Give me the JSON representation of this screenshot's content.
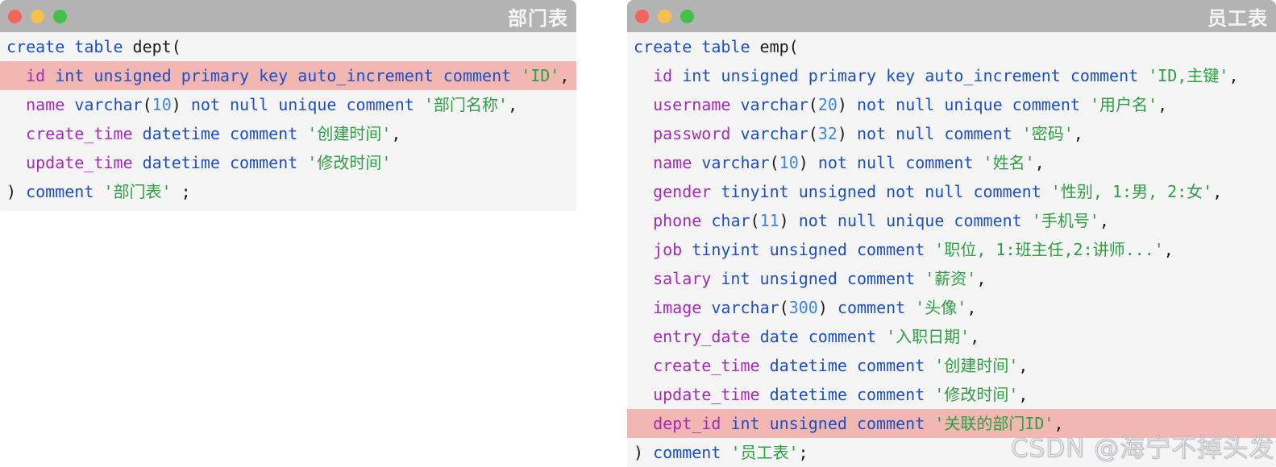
{
  "colors": {
    "titlebar_bg": "#b3b3b3",
    "title_text": "#f4f4f4",
    "code_bg": "#f5f5f6",
    "highlight_bg": "#f2b6b3",
    "keyword": "#1d4fc4",
    "identifier": "#a32cb5",
    "string": "#2f9e44",
    "number": "#3f87e0",
    "plain": "#1b1b1b",
    "light_red": "#f4645f",
    "light_yellow": "#f6c04e",
    "light_green": "#41c246"
  },
  "watermark": "CSDN @海宁不掉头发",
  "windows": [
    {
      "title": "部门表",
      "lines": [
        {
          "highlight": false,
          "segments": [
            [
              "kw",
              "create table"
            ],
            [
              "pl",
              " dept("
            ]
          ]
        },
        {
          "highlight": true,
          "segments": [
            [
              "pl",
              "  "
            ],
            [
              "id",
              "id"
            ],
            [
              "pl",
              " "
            ],
            [
              "kw",
              "int unsigned primary key auto_increment comment"
            ],
            [
              "pl",
              " "
            ],
            [
              "str",
              "'ID'"
            ],
            [
              "pl",
              ","
            ]
          ]
        },
        {
          "highlight": false,
          "segments": [
            [
              "pl",
              "  "
            ],
            [
              "id",
              "name"
            ],
            [
              "pl",
              " "
            ],
            [
              "kw",
              "varchar"
            ],
            [
              "pl",
              "("
            ],
            [
              "num",
              "10"
            ],
            [
              "pl",
              ") "
            ],
            [
              "kw",
              "not null unique comment"
            ],
            [
              "pl",
              " "
            ],
            [
              "str",
              "'部门名称'"
            ],
            [
              "pl",
              ","
            ]
          ]
        },
        {
          "highlight": false,
          "segments": [
            [
              "pl",
              "  "
            ],
            [
              "id",
              "create_time"
            ],
            [
              "pl",
              " "
            ],
            [
              "kw",
              "datetime comment"
            ],
            [
              "pl",
              " "
            ],
            [
              "str",
              "'创建时间'"
            ],
            [
              "pl",
              ","
            ]
          ]
        },
        {
          "highlight": false,
          "segments": [
            [
              "pl",
              "  "
            ],
            [
              "id",
              "update_time"
            ],
            [
              "pl",
              " "
            ],
            [
              "kw",
              "datetime comment"
            ],
            [
              "pl",
              " "
            ],
            [
              "str",
              "'修改时间'"
            ]
          ]
        },
        {
          "highlight": false,
          "segments": [
            [
              "pl",
              ") "
            ],
            [
              "kw",
              "comment"
            ],
            [
              "pl",
              " "
            ],
            [
              "str",
              "'部门表'"
            ],
            [
              "pl",
              " ;"
            ]
          ]
        }
      ]
    },
    {
      "title": "员工表",
      "lines": [
        {
          "highlight": false,
          "segments": [
            [
              "kw",
              "create table"
            ],
            [
              "pl",
              " emp("
            ]
          ]
        },
        {
          "highlight": false,
          "segments": [
            [
              "pl",
              "  "
            ],
            [
              "id",
              "id"
            ],
            [
              "pl",
              " "
            ],
            [
              "kw",
              "int unsigned primary key auto_increment comment"
            ],
            [
              "pl",
              " "
            ],
            [
              "str",
              "'ID,主键'"
            ],
            [
              "pl",
              ","
            ]
          ]
        },
        {
          "highlight": false,
          "segments": [
            [
              "pl",
              "  "
            ],
            [
              "id",
              "username"
            ],
            [
              "pl",
              " "
            ],
            [
              "kw",
              "varchar"
            ],
            [
              "pl",
              "("
            ],
            [
              "num",
              "20"
            ],
            [
              "pl",
              ") "
            ],
            [
              "kw",
              "not null unique comment"
            ],
            [
              "pl",
              " "
            ],
            [
              "str",
              "'用户名'"
            ],
            [
              "pl",
              ","
            ]
          ]
        },
        {
          "highlight": false,
          "segments": [
            [
              "pl",
              "  "
            ],
            [
              "id",
              "password"
            ],
            [
              "pl",
              " "
            ],
            [
              "kw",
              "varchar"
            ],
            [
              "pl",
              "("
            ],
            [
              "num",
              "32"
            ],
            [
              "pl",
              ") "
            ],
            [
              "kw",
              "not null comment"
            ],
            [
              "pl",
              " "
            ],
            [
              "str",
              "'密码'"
            ],
            [
              "pl",
              ","
            ]
          ]
        },
        {
          "highlight": false,
          "segments": [
            [
              "pl",
              "  "
            ],
            [
              "id",
              "name"
            ],
            [
              "pl",
              " "
            ],
            [
              "kw",
              "varchar"
            ],
            [
              "pl",
              "("
            ],
            [
              "num",
              "10"
            ],
            [
              "pl",
              ") "
            ],
            [
              "kw",
              "not null comment"
            ],
            [
              "pl",
              " "
            ],
            [
              "str",
              "'姓名'"
            ],
            [
              "pl",
              ","
            ]
          ]
        },
        {
          "highlight": false,
          "segments": [
            [
              "pl",
              "  "
            ],
            [
              "id",
              "gender"
            ],
            [
              "pl",
              " "
            ],
            [
              "kw",
              "tinyint unsigned not null comment"
            ],
            [
              "pl",
              " "
            ],
            [
              "str",
              "'性别, 1:男, 2:女'"
            ],
            [
              "pl",
              ","
            ]
          ]
        },
        {
          "highlight": false,
          "segments": [
            [
              "pl",
              "  "
            ],
            [
              "id",
              "phone"
            ],
            [
              "pl",
              " "
            ],
            [
              "kw",
              "char"
            ],
            [
              "pl",
              "("
            ],
            [
              "num",
              "11"
            ],
            [
              "pl",
              ") "
            ],
            [
              "kw",
              "not null unique comment"
            ],
            [
              "pl",
              " "
            ],
            [
              "str",
              "'手机号'"
            ],
            [
              "pl",
              ","
            ]
          ]
        },
        {
          "highlight": false,
          "segments": [
            [
              "pl",
              "  "
            ],
            [
              "id",
              "job"
            ],
            [
              "pl",
              " "
            ],
            [
              "kw",
              "tinyint unsigned comment"
            ],
            [
              "pl",
              " "
            ],
            [
              "str",
              "'职位, 1:班主任,2:讲师...'"
            ],
            [
              "pl",
              ","
            ]
          ]
        },
        {
          "highlight": false,
          "segments": [
            [
              "pl",
              "  "
            ],
            [
              "id",
              "salary"
            ],
            [
              "pl",
              " "
            ],
            [
              "kw",
              "int unsigned comment"
            ],
            [
              "pl",
              " "
            ],
            [
              "str",
              "'薪资'"
            ],
            [
              "pl",
              ","
            ]
          ]
        },
        {
          "highlight": false,
          "segments": [
            [
              "pl",
              "  "
            ],
            [
              "id",
              "image"
            ],
            [
              "pl",
              " "
            ],
            [
              "kw",
              "varchar"
            ],
            [
              "pl",
              "("
            ],
            [
              "num",
              "300"
            ],
            [
              "pl",
              ") "
            ],
            [
              "kw",
              "comment"
            ],
            [
              "pl",
              " "
            ],
            [
              "str",
              "'头像'"
            ],
            [
              "pl",
              ","
            ]
          ]
        },
        {
          "highlight": false,
          "segments": [
            [
              "pl",
              "  "
            ],
            [
              "id",
              "entry_date"
            ],
            [
              "pl",
              " "
            ],
            [
              "kw",
              "date comment"
            ],
            [
              "pl",
              " "
            ],
            [
              "str",
              "'入职日期'"
            ],
            [
              "pl",
              ","
            ]
          ]
        },
        {
          "highlight": false,
          "segments": [
            [
              "pl",
              "  "
            ],
            [
              "id",
              "create_time"
            ],
            [
              "pl",
              " "
            ],
            [
              "kw",
              "datetime comment"
            ],
            [
              "pl",
              " "
            ],
            [
              "str",
              "'创建时间'"
            ],
            [
              "pl",
              ","
            ]
          ]
        },
        {
          "highlight": false,
          "segments": [
            [
              "pl",
              "  "
            ],
            [
              "id",
              "update_time"
            ],
            [
              "pl",
              " "
            ],
            [
              "kw",
              "datetime comment"
            ],
            [
              "pl",
              " "
            ],
            [
              "str",
              "'修改时间'"
            ],
            [
              "pl",
              ","
            ]
          ]
        },
        {
          "highlight": true,
          "segments": [
            [
              "pl",
              "  "
            ],
            [
              "id",
              "dept_id"
            ],
            [
              "pl",
              " "
            ],
            [
              "kw",
              "int unsigned comment"
            ],
            [
              "pl",
              " "
            ],
            [
              "str",
              "'关联的部门ID'"
            ],
            [
              "pl",
              ","
            ]
          ]
        },
        {
          "highlight": false,
          "segments": [
            [
              "pl",
              ") "
            ],
            [
              "kw",
              "comment"
            ],
            [
              "pl",
              " "
            ],
            [
              "str",
              "'员工表'"
            ],
            [
              "pl",
              ";"
            ]
          ]
        }
      ]
    }
  ]
}
